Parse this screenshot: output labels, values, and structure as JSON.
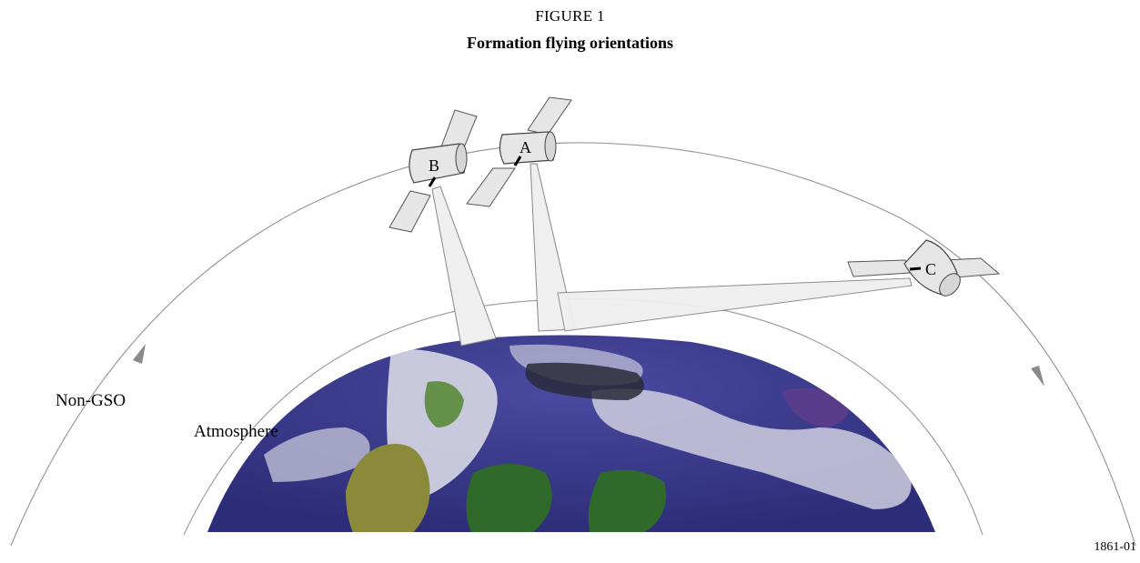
{
  "figure_number": "FIGURE 1",
  "figure_title": "Formation flying orientations",
  "figure_code": "1861-01",
  "labels": {
    "non_gso": "Non-GSO",
    "atmosphere": "Atmosphere",
    "satellite_a": "A",
    "satellite_b": "B",
    "satellite_c": "C"
  },
  "colors": {
    "earth_ocean": "#3b3a8c",
    "earth_cloud": "#d8d8e6",
    "earth_land_green": "#2f6a2a",
    "earth_land_yellow": "#8a8a3a",
    "satellite_panel": "#e6e6e6",
    "beam_fill": "#efefef",
    "orbit_line": "#9a9a9a"
  }
}
